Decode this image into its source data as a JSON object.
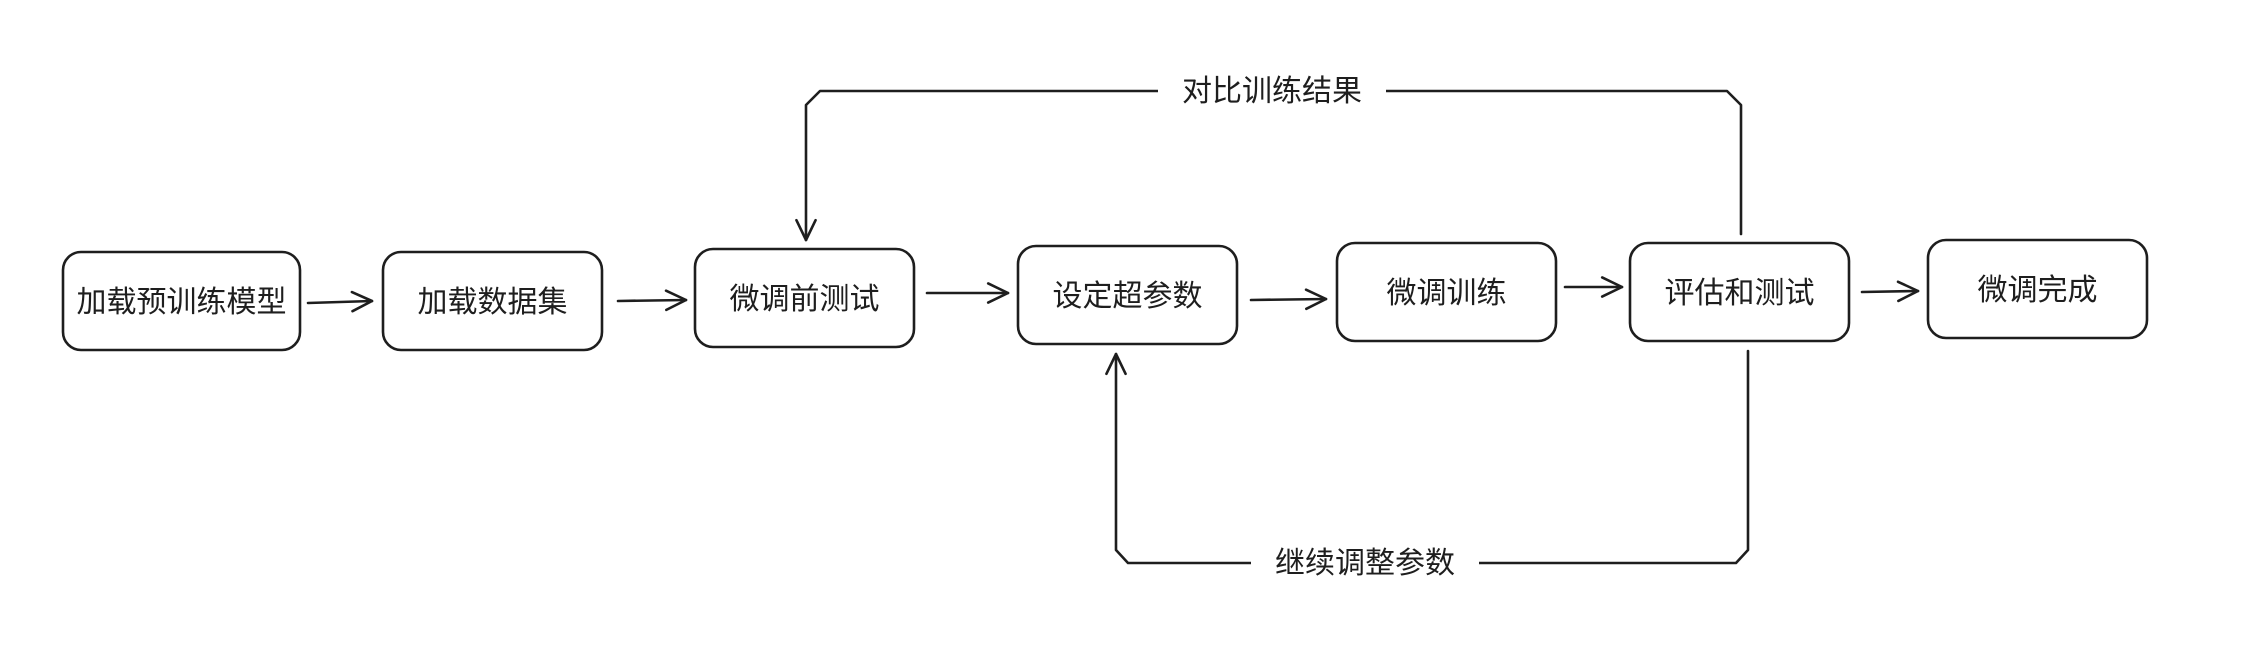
{
  "diagram": {
    "nodes": [
      {
        "id": "load-model",
        "label": "加载预训练模型"
      },
      {
        "id": "load-dataset",
        "label": "加载数据集"
      },
      {
        "id": "pre-finetune-test",
        "label": "微调前测试"
      },
      {
        "id": "set-hyperparams",
        "label": "设定超参数"
      },
      {
        "id": "finetune-train",
        "label": "微调训练"
      },
      {
        "id": "evaluate-test",
        "label": "评估和测试"
      },
      {
        "id": "finetune-done",
        "label": "微调完成"
      }
    ],
    "edges": [
      {
        "from": "load-model",
        "to": "load-dataset",
        "label": ""
      },
      {
        "from": "load-dataset",
        "to": "pre-finetune-test",
        "label": ""
      },
      {
        "from": "pre-finetune-test",
        "to": "set-hyperparams",
        "label": ""
      },
      {
        "from": "set-hyperparams",
        "to": "finetune-train",
        "label": ""
      },
      {
        "from": "finetune-train",
        "to": "evaluate-test",
        "label": ""
      },
      {
        "from": "evaluate-test",
        "to": "finetune-done",
        "label": ""
      },
      {
        "from": "evaluate-test",
        "to": "pre-finetune-test",
        "label": "对比训练结果"
      },
      {
        "from": "evaluate-test",
        "to": "set-hyperparams",
        "label": "继续调整参数"
      }
    ],
    "colors": {
      "stroke": "#1e1e1e",
      "background": "#ffffff"
    }
  }
}
